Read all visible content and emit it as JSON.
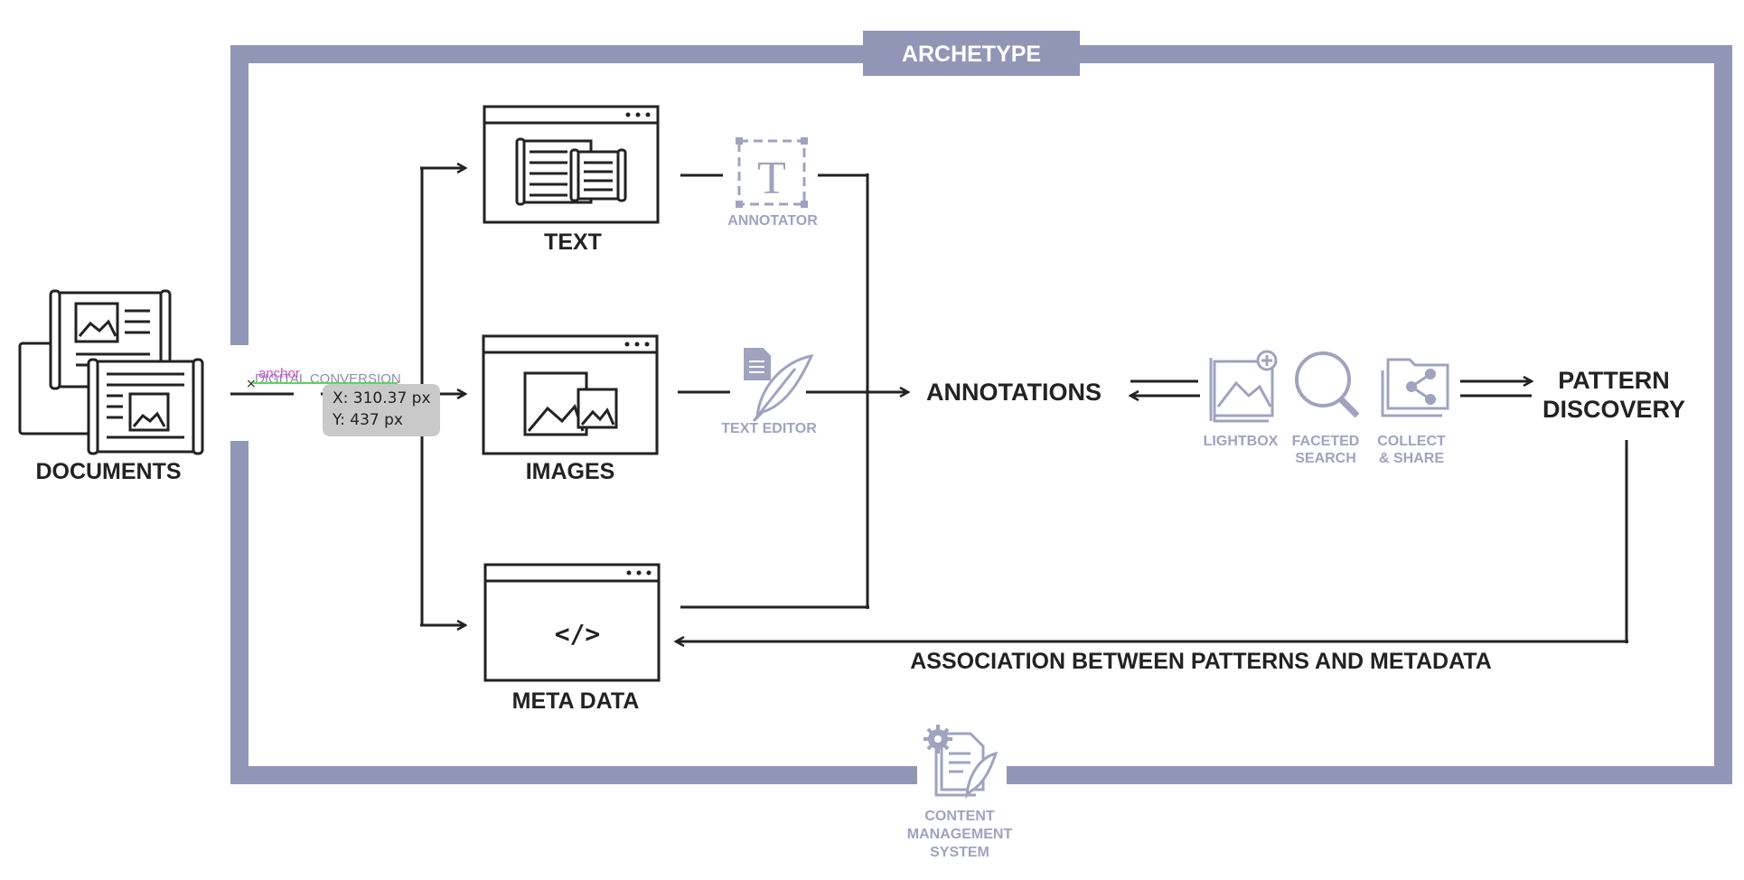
{
  "colors": {
    "frame": "#9296b6",
    "dark": "#222222",
    "light_icon": "#9fa3c0",
    "tooltip_bg": "#c9c9c9",
    "anchor_line": "#5fd35f",
    "anchor_text": "#d04ad4"
  },
  "frame": {
    "title": "ARCHETYPE"
  },
  "nodes": {
    "documents": "DOCUMENTS",
    "text": "TEXT",
    "images": "IMAGES",
    "meta_data": "META DATA",
    "meta_code": "</>",
    "annotations": "ANNOTATIONS",
    "pattern_discovery": [
      "PATTERN",
      "DISCOVERY"
    ]
  },
  "tools": {
    "annotator": "ANNOTATOR",
    "text_editor": "TEXT EDITOR",
    "lightbox": "LIGHTBOX",
    "faceted_search": [
      "FACETED",
      "SEARCH"
    ],
    "collect_share": [
      "COLLECT",
      "& SHARE"
    ],
    "cms": [
      "CONTENT",
      "MANAGEMENT",
      "SYSTEM"
    ]
  },
  "edges": {
    "digital_conversion": "DIGITAL CONVERSION",
    "association": "ASSOCIATION BETWEEN PATTERNS AND METADATA"
  },
  "overlay": {
    "anchor_label": "anchor",
    "cursor_x": "X: 310.37 px",
    "cursor_y": "Y: 437 px"
  }
}
